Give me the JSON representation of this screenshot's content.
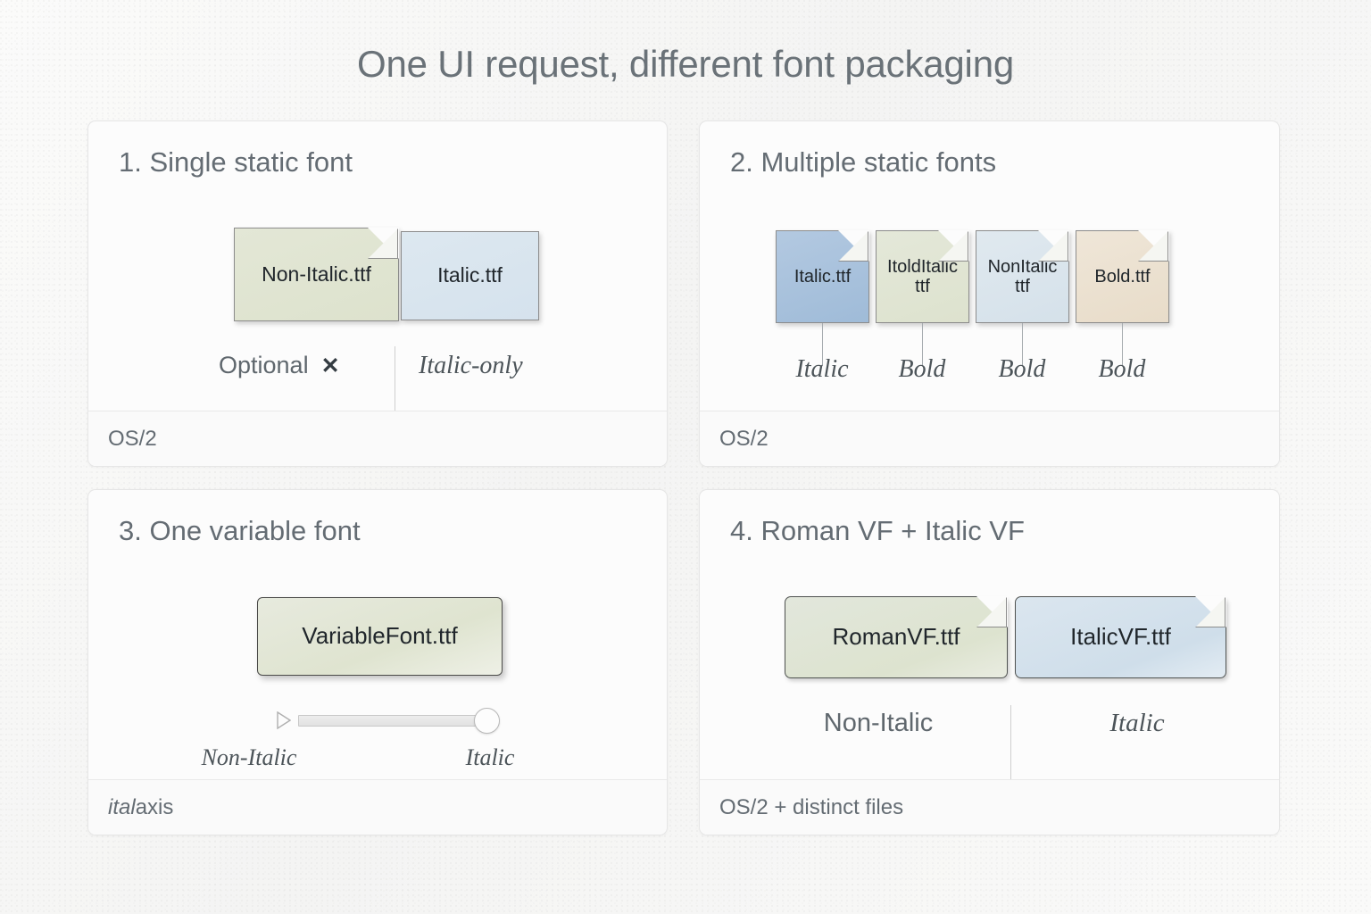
{
  "page": {
    "title": "One UI request, different font packaging",
    "background_color": "#f7f7f6"
  },
  "panels": [
    {
      "id": "panel-1",
      "heading": "1. Single static font",
      "footer": "OS/2",
      "footer_italic_part": "",
      "files": [
        {
          "name": "Non-Italic.ttf",
          "color": "#dfe3d1"
        },
        {
          "name": "Italic.ttf",
          "color": "#dbe5ee"
        }
      ],
      "captions": {
        "left": "Optional",
        "left_icon": "x-mark-icon",
        "left_icon_glyph": "✕",
        "right": "Italic-only"
      }
    },
    {
      "id": "panel-2",
      "heading": "2. Multiple static fonts",
      "footer": "OS/2",
      "files": [
        {
          "name_line1": "Italic.ttf",
          "name_line2": "",
          "color": "#a8c2de",
          "label": "Italic"
        },
        {
          "name_line1": "ItoldItalic",
          "name_line2": "ttf",
          "color": "#dfe4d2",
          "label": "Bold"
        },
        {
          "name_line1": "NonItalic",
          "name_line2": "ttf",
          "color": "#dce5ec",
          "label": "Bold"
        },
        {
          "name_line1": "Bold.ttf",
          "name_line2": "",
          "color": "#ece2d2",
          "label": "Bold"
        }
      ]
    },
    {
      "id": "panel-3",
      "heading": "3. One variable font",
      "footer_italic": "ital",
      "footer_rest": " axis",
      "files": [
        {
          "name": "VariableFont.ttf",
          "color": "#e2e6d6"
        }
      ],
      "slider": {
        "play_icon": "play-triangle-icon",
        "value_position_percent": 100,
        "label_left": "Non-Italic",
        "label_right": "Italic"
      }
    },
    {
      "id": "panel-4",
      "heading": "4. Roman VF + Italic VF",
      "footer": "OS/2 + distinct files",
      "files": [
        {
          "name": "RomanVF.ttf",
          "color": "#dfe4d4"
        },
        {
          "name": "ItalicVF.ttf",
          "color": "#d6e3ee"
        }
      ],
      "captions": {
        "left": "Non-Italic",
        "right": "Italic"
      }
    }
  ]
}
